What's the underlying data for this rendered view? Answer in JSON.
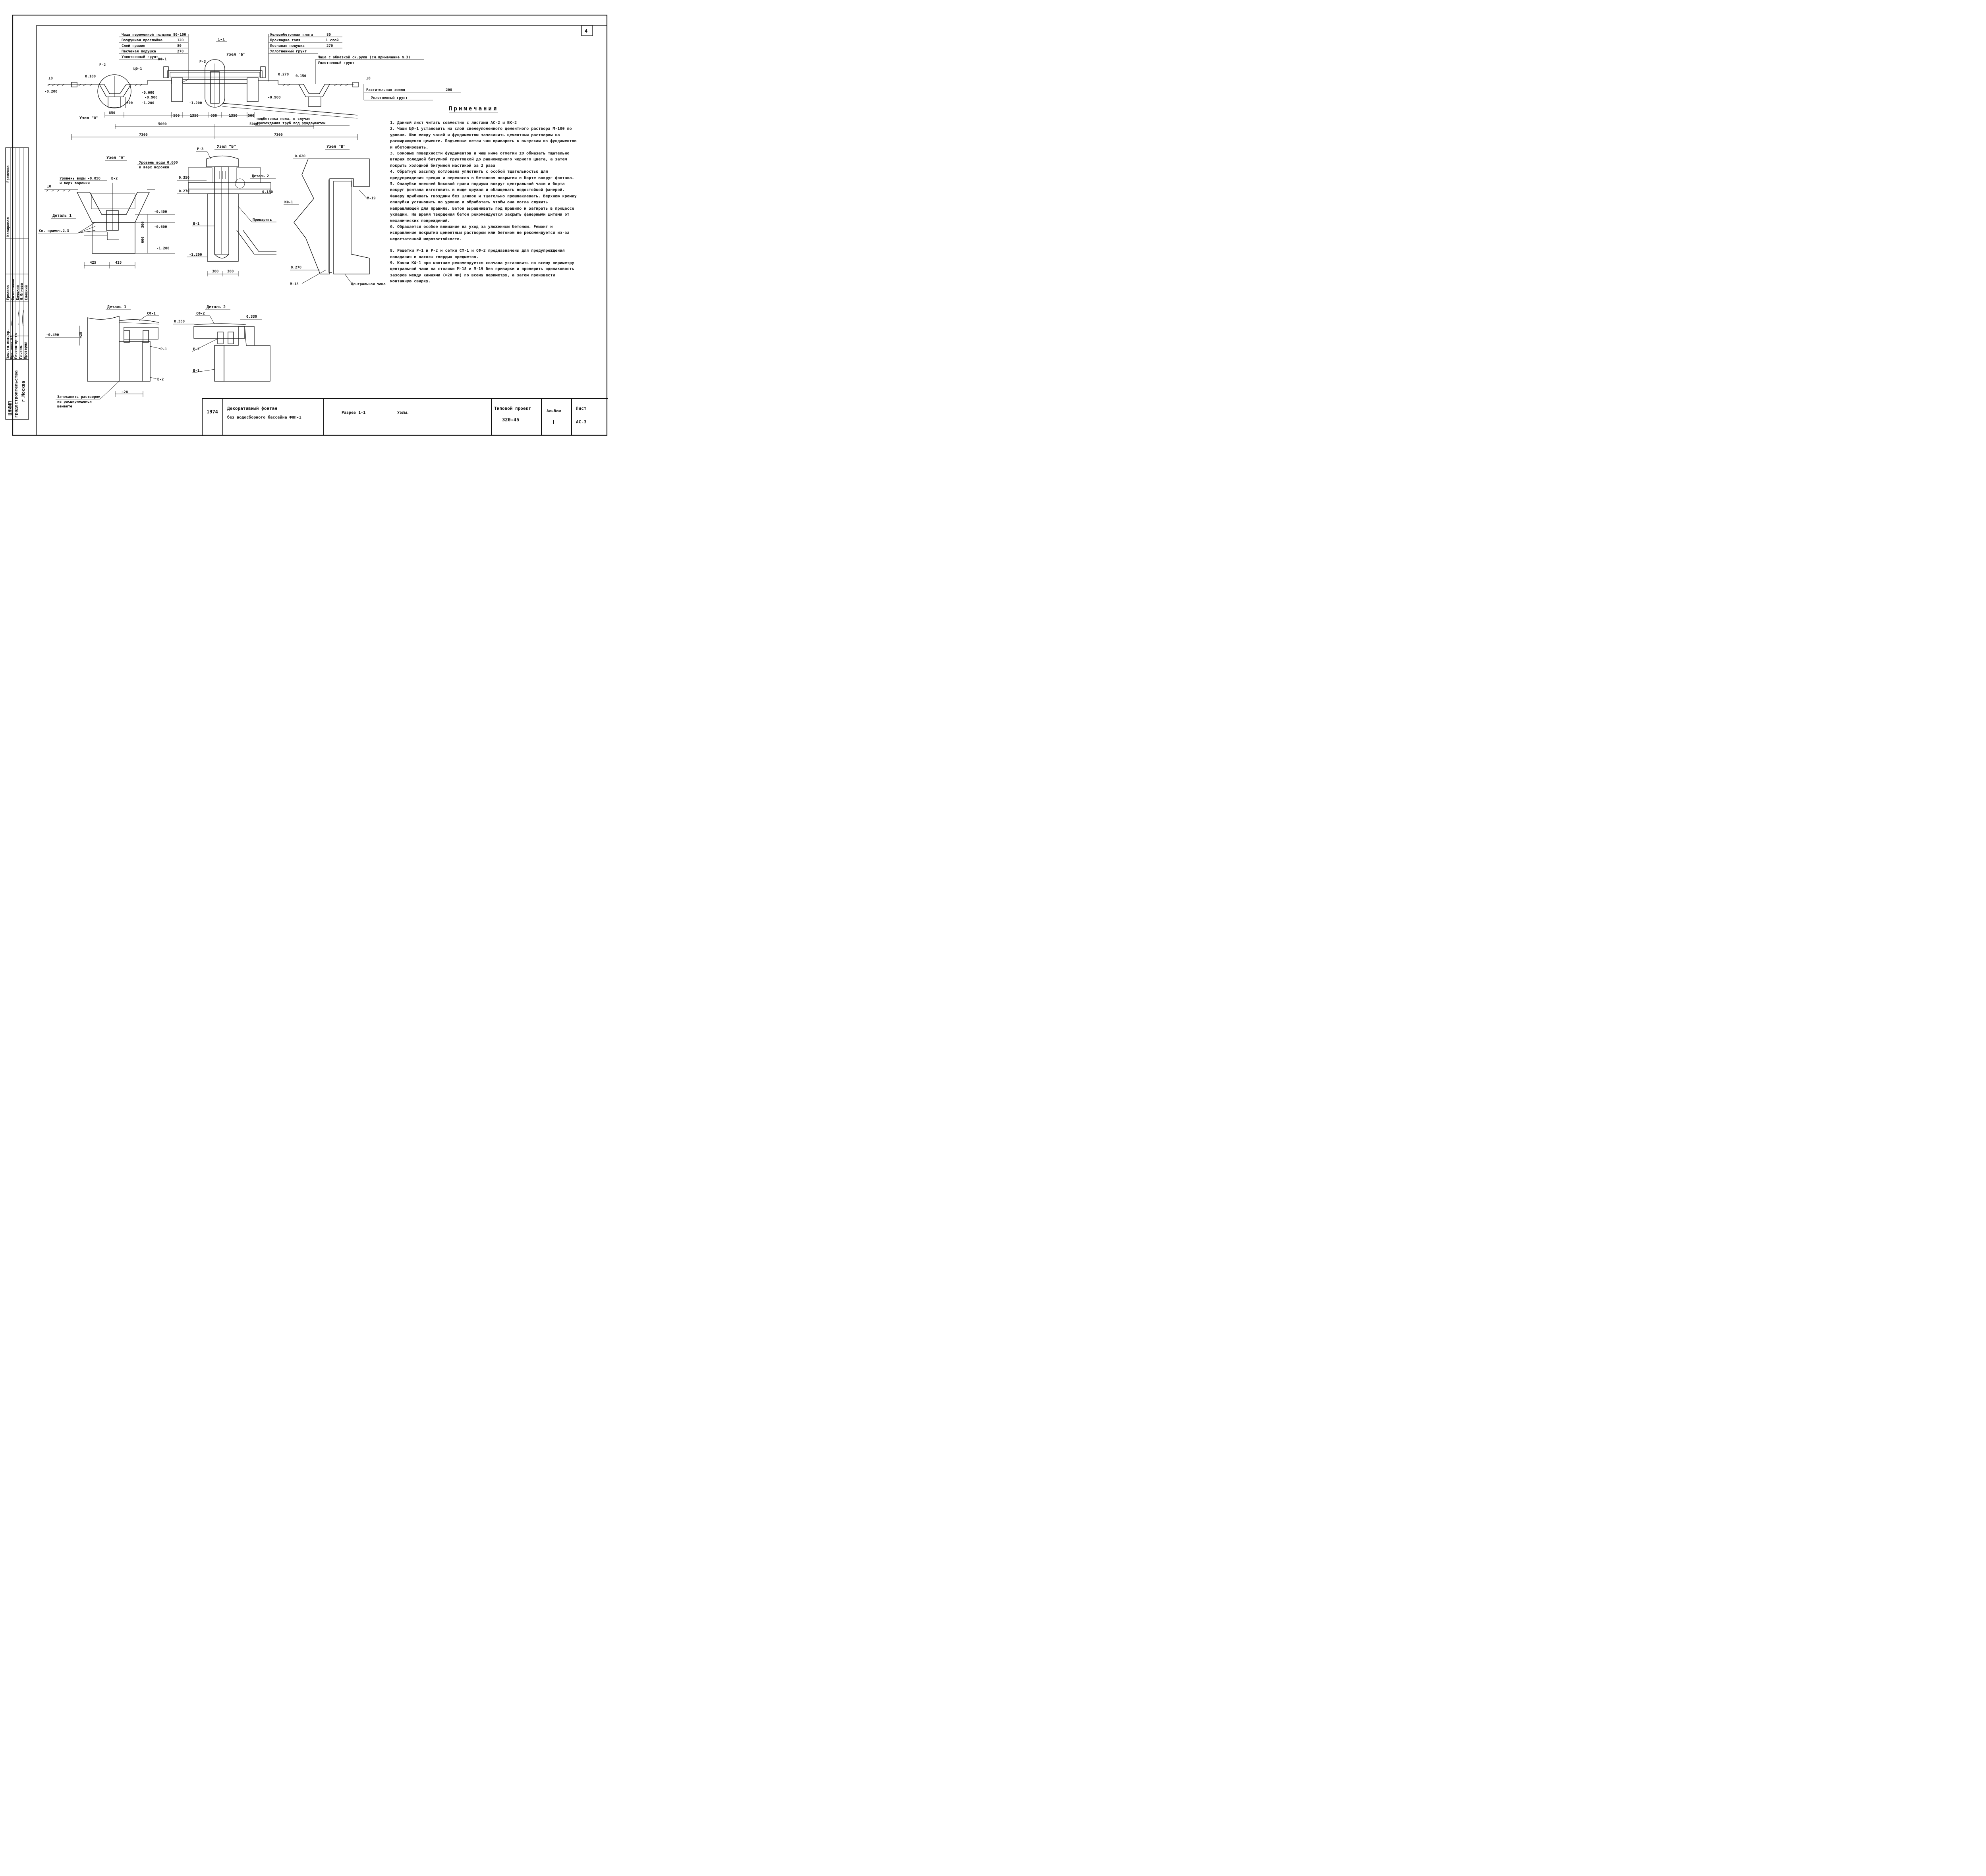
{
  "sheet_number": "4",
  "section_label": "1-1",
  "layers_left": [
    {
      "name": "Чаша переменной толщины",
      "value": "80-100"
    },
    {
      "name": "Воздушная прослойка",
      "value": "120"
    },
    {
      "name": "Слой гравия",
      "value": "80"
    },
    {
      "name": "Песчаная подушка",
      "value": "270"
    },
    {
      "name": "Уплотненный грунт",
      "value": ""
    }
  ],
  "layers_right": [
    {
      "name": "Железобетонная плита",
      "value": "80"
    },
    {
      "name": "Прокладка толя",
      "value": "1 слой"
    },
    {
      "name": "Песчаная подушка",
      "value": "270"
    },
    {
      "name": "Уплотненный грунт",
      "value": ""
    }
  ],
  "bowl_note": "Чаша с обмазкой ск.рукв (см.примечание п.3)",
  "bowl_note_sub": "Уплотненный грунт",
  "soil_layers": [
    {
      "name": "Растительная земля",
      "value": "200"
    },
    {
      "name": "Уплотненный грунт",
      "value": ""
    }
  ],
  "main_section": {
    "labels": {
      "r2": "Р-2",
      "cf1": "ЦФ-1",
      "kf1": "КФ-1",
      "r3": "Р-3",
      "node_b": "Узел \"Б\"",
      "node_a": "Узел \"А\"",
      "pipe_note_1": "подбетонка пола, в случае",
      "pipe_note_2": "прохождения труб под фундаментом"
    },
    "elevations": [
      "±0",
      "0.100",
      "-0.200",
      "-0.600",
      "-0.900",
      "-1.200",
      "-1.200",
      "0.270",
      "0.150",
      "-0.900",
      "±0"
    ],
    "dims_small": [
      "850",
      "500",
      "1350",
      "600",
      "1350",
      "500"
    ],
    "dims_mid": [
      "5000",
      "5000"
    ],
    "dims_total": [
      "7300",
      "7300"
    ],
    "dim_800": "800"
  },
  "node_a": {
    "title": "Узел \"А\"",
    "water_level_1": "Уровень воды 0.660",
    "water_level_1b": "и верх воронки",
    "water_level_2": "Уровень воды -0.050",
    "water_level_2b": "и верх воронки",
    "elevations": [
      "±0",
      "-0.400",
      "-0.600",
      "-1.200"
    ],
    "labels": [
      "В-2",
      "Деталь 1",
      "См. примеч.2,3"
    ],
    "dims": [
      "425",
      "425",
      "300",
      "600"
    ]
  },
  "node_b": {
    "title": "Узел \"Б\"",
    "labels": [
      "Р-3",
      "Деталь 2",
      "В-1",
      "Приварить"
    ],
    "elevations": [
      "0.350",
      "0.270",
      "0.150",
      "-1.200"
    ],
    "dims": [
      "300",
      "300"
    ]
  },
  "node_v": {
    "title": "Узел \"В\"",
    "labels": [
      "КФ-1",
      "М-19",
      "М-18",
      "Центральная чаша"
    ],
    "elevations": [
      "0.620",
      "0.270"
    ]
  },
  "detail_1": {
    "title": "Деталь 1",
    "labels": [
      "СФ-1",
      "Р-1",
      "В-2"
    ],
    "elevations": [
      "-0.490"
    ],
    "dims": [
      "≈28",
      "~28"
    ],
    "note": [
      "Зачеканить раствором",
      "на расширяющемся",
      "цементе"
    ]
  },
  "detail_2": {
    "title": "Деталь 2",
    "labels": [
      "СФ-2",
      "Р-2",
      "В-1"
    ],
    "elevations": [
      "0.350",
      "0.330"
    ]
  },
  "notes_title": "Примечания",
  "notes": [
    "1. Данный лист читать совместно с листами АС-2 и ВК-2",
    "2. Чаши ЦФ-1 установить на слой свежеуложенного цементного раствора М-100 по уровню. Шов между чашей и фундаментом зачеканить цементным раствором на расширяющемся цементе. Подъемные петли чаш приварить к выпускам из фундаментов и обетонировать.",
    "3. Боковые поверхности фундаментов и чаш ниже отметки ±0 обмазать тщательно втирая холодной битумной грунтовкой до равномерного черного цвета, а затем покрыть холодной битумной мастикой за 2 раза",
    "4. Обратную засыпку котлована уплотнить с особой тщательностью для предупреждения трещин и перекосов в бетонном покрытии и борте вокруг фонтана.",
    "5. Опалубки внешней боковой грани подиума вокруг центральной чаши и борта вокруг фонтана изготовить в виде кружал и облицевать водостойкой фанерой. Фанеру прибивать гвоздями без шляпок и тщательно прошпаклевать. Верхнюю кромку опалубки установить по уровню и обработать чтобы она могла служить направляющей для правила. Бетон выравнивать под правило и затирать в процессе укладки. На время твердения бетон рекомендуется закрыть фанерными щитами от механических повреждений.",
    "6. Обращается особое внимание на уход за уложенным бетоном. Ремонт и исправление покрытия цементным раствором или бетоном не рекомендуется из-за недостаточной морозостойкости.",
    "8. Решетки Р-1 и Р-2 и сетки СФ-1 и СФ-2 предназначены для предупреждения попадания в насосы твердых предметов.",
    "9. Камни КФ-1 при монтаже рекомендуется сначала установить по всему периметру центральной чаши на столики М-18 и М-19 без приварки и проверить одинаковость зазоров между камнями (≈20 мм) по всему периметру, а затем произвести монтажную сварку."
  ],
  "stamp_rows": [
    {
      "role": "Зам.гл.инж.пр.",
      "name": "Ермаков"
    },
    {
      "role": "Рук.маст.№5",
      "name": "Овчинников"
    },
    {
      "role": "Гл.инж.пр-та",
      "name": "Елецкий"
    },
    {
      "role": "Гл.инж.",
      "name": "Н.Огнева"
    },
    {
      "role": "Проверил",
      "name": "Елецкий"
    }
  ],
  "stamp_extra": [
    "Копировал",
    "Еременко"
  ],
  "org": [
    "ЦНИИП",
    "градостроительства",
    "г.Москва"
  ],
  "title_block": {
    "year": "1974",
    "project_title_1": "Декоративный фонтан",
    "project_title_2": "без водосборного бассейна ФНП-1",
    "sheet_title_1": "Разрез 1-1",
    "sheet_title_2": "Узлы.",
    "type_project_label": "Типовой проект",
    "type_project_value": "320-45",
    "album_label": "Альбом",
    "album_value": "I",
    "sheet_label": "Лист",
    "sheet_value": "АС-3"
  }
}
